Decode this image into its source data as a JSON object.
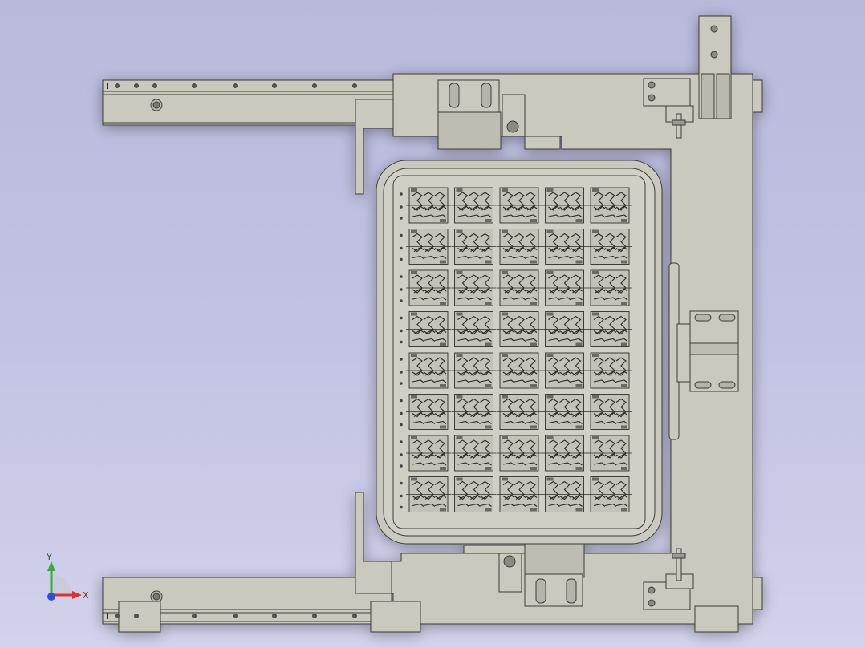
{
  "viewport": {
    "background_top": "#b9b9dc",
    "background_bottom": "#d2d2ec",
    "part_fill": "#c9c9bd",
    "part_fill_light": "#d4d4c8",
    "part_stroke": "#3c3c38",
    "tray_fill": "#cfcfc3"
  },
  "tray": {
    "rows": 8,
    "columns": 5
  },
  "triad": {
    "x_label": "X",
    "y_label": "Y",
    "x_color": "#e03030",
    "y_color": "#2fb02f",
    "z_color": "#2a4fd8"
  },
  "rails": {
    "top_label": "I",
    "bottom_label": "I"
  }
}
